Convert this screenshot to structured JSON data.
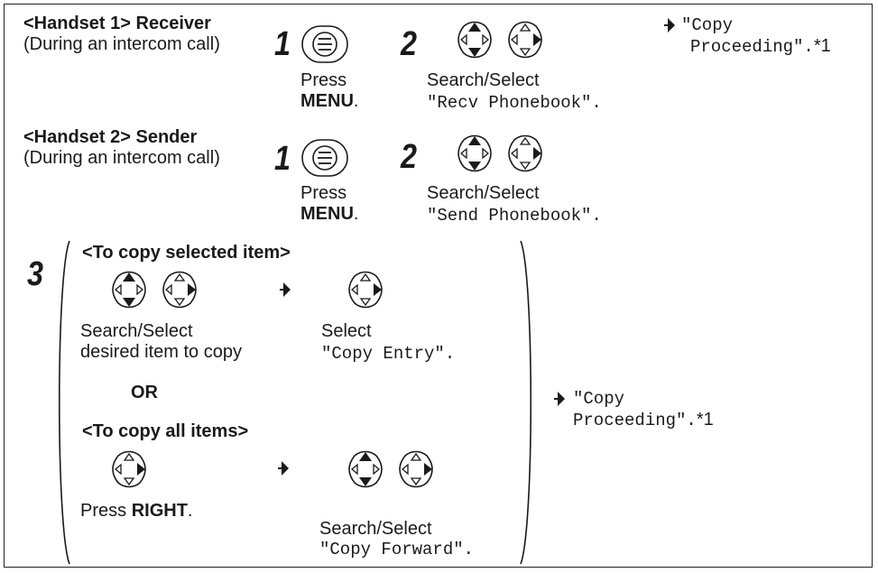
{
  "handset1": {
    "title": "<Handset 1> Receiver",
    "subtitle": "(During an intercom call)",
    "step1_num": "1",
    "step1_press": "Press",
    "step1_key": "MENU",
    "step1_period": ".",
    "step2_num": "2",
    "step2_label": "Search/Select",
    "step2_item": "\"Recv Phonebook\".",
    "result_line1": "\"Copy",
    "result_line2_mono": "Proceeding\".",
    "result_line2_note": "*1"
  },
  "handset2": {
    "title": "<Handset 2> Sender",
    "subtitle": "(During an intercom call)",
    "step1_num": "1",
    "step1_press": "Press",
    "step1_key": "MENU",
    "step1_period": ".",
    "step2_num": "2",
    "step2_label": "Search/Select",
    "step2_item": "\"Send Phonebook\"."
  },
  "step3": {
    "num": "3",
    "selected_heading": "<To copy selected item>",
    "selected_left_line1": "Search/Select",
    "selected_left_line2": "desired item to copy",
    "selected_right_line1": "Select",
    "selected_right_line2": "\"Copy Entry\".",
    "or_label": "OR",
    "all_heading": "<To copy all items>",
    "all_left_press": "Press ",
    "all_left_key": "RIGHT",
    "all_left_period": ".",
    "all_right_line1": "Search/Select",
    "all_right_line2": "\"Copy Forward\".",
    "result_line1": "\"Copy",
    "result_line2_mono": "Proceeding\".",
    "result_line2_note": "*1"
  },
  "icons": {
    "menu": "menu-button-icon",
    "nav_up_down": "nav-up-down-icon",
    "nav_right": "nav-right-icon",
    "arrow": "arrow-right-icon"
  },
  "colors": {
    "ink": "#1a1a1a",
    "frame": "#222222"
  }
}
